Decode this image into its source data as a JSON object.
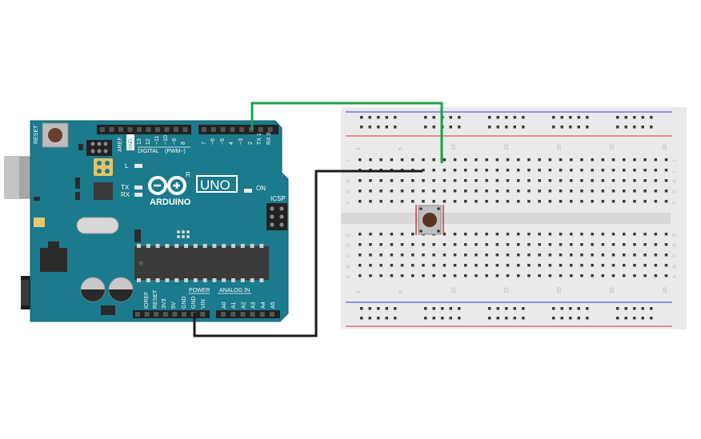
{
  "arduino": {
    "reset_label": "RESET",
    "aref_label": "AREF",
    "gnd_top_label": "GND",
    "digital_pins": [
      "13",
      "12",
      "~11",
      "~10",
      "~9",
      "8",
      "7",
      "~6",
      "~5",
      "4",
      "~3",
      "2",
      "TX 1",
      "RX 0"
    ],
    "digital_label": "DIGITAL",
    "pwm_label": "(PWM~)",
    "l_label": "L",
    "tx_label": "TX",
    "rx_label": "RX",
    "brand": "ARDUINO",
    "model": "UNO",
    "on_label": "ON",
    "icsp_label": "ICSP",
    "power_label": "POWER",
    "analog_label": "ANALOG IN",
    "power_pins": [
      "IOREF",
      "RESET",
      "3V3",
      "5V",
      "GND",
      "GND",
      "VIN"
    ],
    "analog_pins": [
      "A0",
      "A1",
      "A2",
      "A3",
      "A4",
      "A5"
    ],
    "colors": {
      "board": "#1b7a8c",
      "header": "#2a2a2a",
      "chip": "#3a3a3a"
    }
  },
  "breadboard": {
    "column_numbers": [
      "1",
      "5",
      "10",
      "15",
      "20",
      "25",
      "30"
    ],
    "row_letters_top": [
      "J",
      "I",
      "H",
      "G",
      "F"
    ],
    "row_letters_bottom": [
      "E",
      "D",
      "C",
      "B",
      "A"
    ],
    "colors": {
      "body": "#eaeaea",
      "rail_red": "#d23a3a",
      "rail_blue": "#3a3ad2"
    }
  },
  "components": {
    "pushbutton": "pushbutton"
  },
  "wires": [
    {
      "name": "green-wire",
      "color": "#1aa04a",
      "from": "2",
      "to": "breadboard"
    },
    {
      "name": "black-wire",
      "color": "#1a1a1a",
      "from": "GND",
      "to": "breadboard"
    }
  ]
}
